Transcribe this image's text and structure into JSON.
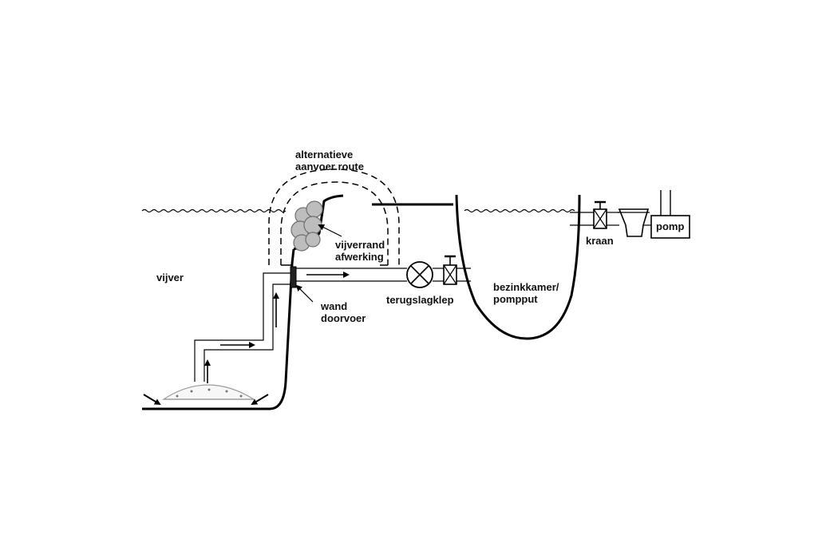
{
  "labels": {
    "alt_route_line1": "alternatieve",
    "alt_route_line2": "aanvoer route",
    "pond": "vijver",
    "pond_edge_line1": "vijverrand",
    "pond_edge_line2": "afwerking",
    "wall_line1": "wand",
    "wall_line2": "doorvoer",
    "check_valve": "terugslagklep",
    "settling_line1": "bezinkkamer/",
    "settling_line2": "pompput",
    "tap": "kraan",
    "pump": "pomp"
  },
  "colors": {
    "line": "#000000",
    "shrub_fill": "#bdbdbd",
    "shrub_stroke": "#6f6f6f",
    "dome": "#9a9a9a"
  }
}
